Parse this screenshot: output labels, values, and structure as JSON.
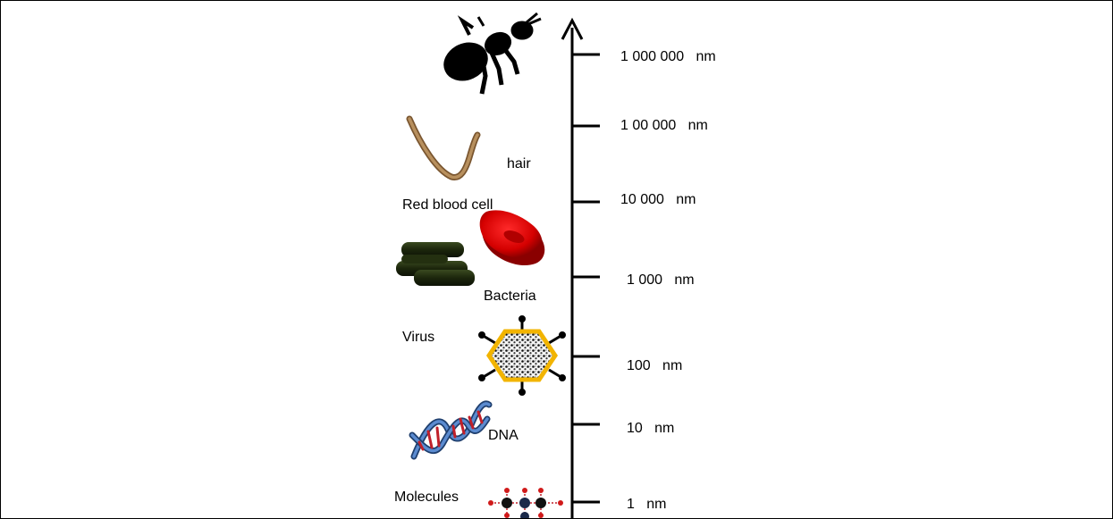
{
  "scale": {
    "ticks": [
      {
        "value": "1 000 000",
        "unit": "nm"
      },
      {
        "value": "1 00 000",
        "unit": "nm"
      },
      {
        "value": "10 000",
        "unit": "nm"
      },
      {
        "value": "1 000",
        "unit": "nm"
      },
      {
        "value": "100",
        "unit": "nm"
      },
      {
        "value": "10",
        "unit": "nm"
      },
      {
        "value": "1",
        "unit": "nm"
      }
    ]
  },
  "objects": {
    "hair": "hair",
    "red_blood_cell": "Red blood cell",
    "bacteria": "Bacteria",
    "virus": "Virus",
    "dna": "DNA",
    "molecules": "Molecules"
  },
  "icons": [
    "ant-icon",
    "hair-icon",
    "red-blood-cell-icon",
    "bacteria-icon",
    "virus-icon",
    "dna-icon",
    "molecule-icon"
  ],
  "colors": {
    "axis": "#000000",
    "hair": "#a0784a",
    "blood_cell": "#d40000",
    "bacteria": "#1f2a10",
    "virus_outline": "#f2b400",
    "dna_blue": "#3d6fb0",
    "dna_red": "#c0202a"
  }
}
